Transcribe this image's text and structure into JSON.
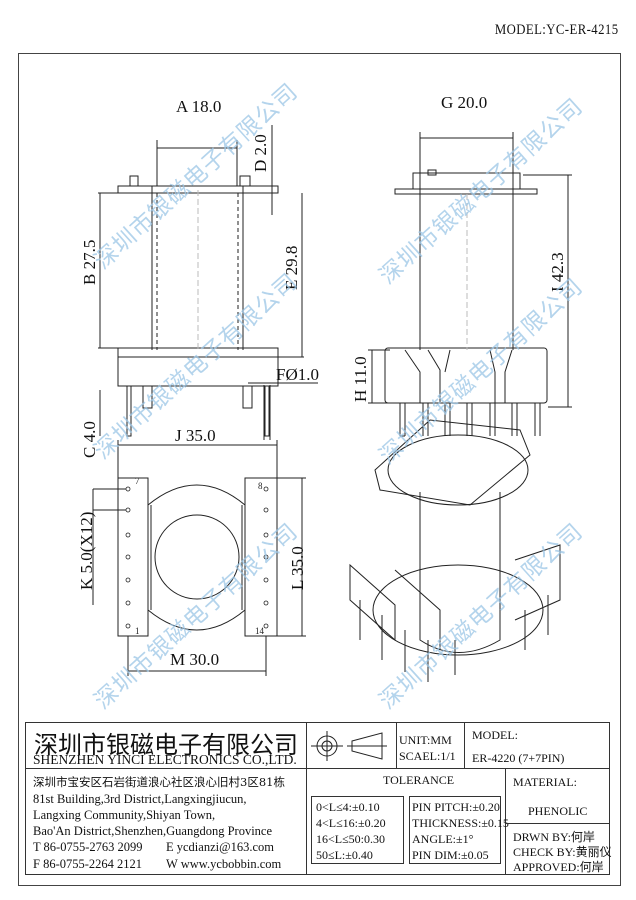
{
  "header": {
    "model": "MODEL:YC-ER-4215"
  },
  "watermark": "深圳市银磁电子有限公司",
  "dimensions": {
    "a": "A 18.0",
    "b": "B 27.5",
    "c": "C 4.0",
    "d": "D 2.0",
    "e": "E 29.8",
    "f": "FØ1.0",
    "g": "G 20.0",
    "h": "H 11.0",
    "i": "I 42.3",
    "j": "J 35.0",
    "k": "K 5.0(X12)",
    "l": "L 35.0",
    "m": "M 30.0"
  },
  "pins": {
    "p1": "1",
    "p7": "7",
    "p8": "8",
    "p14": "14"
  },
  "title_block": {
    "company_cn": "深圳市银磁电子有限公司",
    "company_en": "SHENZHEN YINCI ELECTRONICS CO.,LTD.",
    "unit": "UNIT:MM",
    "scale": "SCAEL:1/1",
    "model_label": "MODEL:",
    "model_value": "ER-4220 (7+7PIN)",
    "address_cn": "深圳市宝安区石岩街道浪心社区浪心旧村3区81栋",
    "address_en": [
      "81st Building,3rd District,Langxingjiucun,",
      "Langxing Community,Shiyan Town,",
      "Bao'An District,Shenzhen,Guangdong Province"
    ],
    "tel": "T 86-0755-2763 2099",
    "email": "E ycdianzi@163.com",
    "fax": "F 86-0755-2264 2121",
    "web": "W www.ycbobbin.com",
    "tolerance_title": "TOLERANCE",
    "tolerance_left": [
      "0<L≤4:±0.10",
      "4<L≤16:±0.20",
      "16<L≤50:0.30",
      "50≤L:±0.40"
    ],
    "tolerance_right": [
      "PIN PITCH:±0.20",
      "THICKNESS:±0.15",
      "ANGLE:±1°",
      "PIN DIM:±0.05"
    ],
    "material_label": "MATERIAL:",
    "material_value": "PHENOLIC",
    "drawn_by": "DRWN BY:何岸",
    "check_by": "CHECK BY:黄丽仪",
    "approved_by": "APPROVED:何岸"
  }
}
